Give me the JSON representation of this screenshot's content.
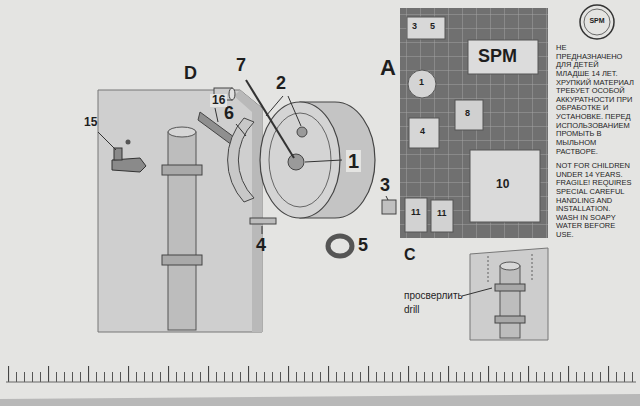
{
  "diagram": {
    "labels": [
      "НЕ ПРЕДНАЗНАЧЕНО ДЛЯ ДЕТЕЙ МЛАДШЕ 14 ЛЕТ. ХРУПКИЙ МАТЕРИАЛ ТРЕБУЕТ ОСОБОЙ АККУРАТНОСТИ ПРИ ОБРАБОТКЕ И УСТАНОВКЕ. ПЕРЕД ИСПОЛЬЗОВАНИЕМ ПРОМЫТЬ В МЫЛЬНОМ РАСТВОРЕ.",
      "NOT FOR CHILDREN UNDER 14 YEARS. FRAGILE! REQUIRES SPECIAL CAREFUL HANDLING AND INSTALLATION. WASH IN SOAPY WATER BEFORE USE.",
      "SPM",
      "SPM",
      "A",
      "1",
      "2",
      "3",
      "4",
      "5",
      "6",
      "7",
      "D",
      "16",
      "15",
      "C",
      "просверлить",
      "drill",
      "3",
      "5",
      "1",
      "8",
      "4",
      "10",
      "11",
      "11"
    ]
  }
}
